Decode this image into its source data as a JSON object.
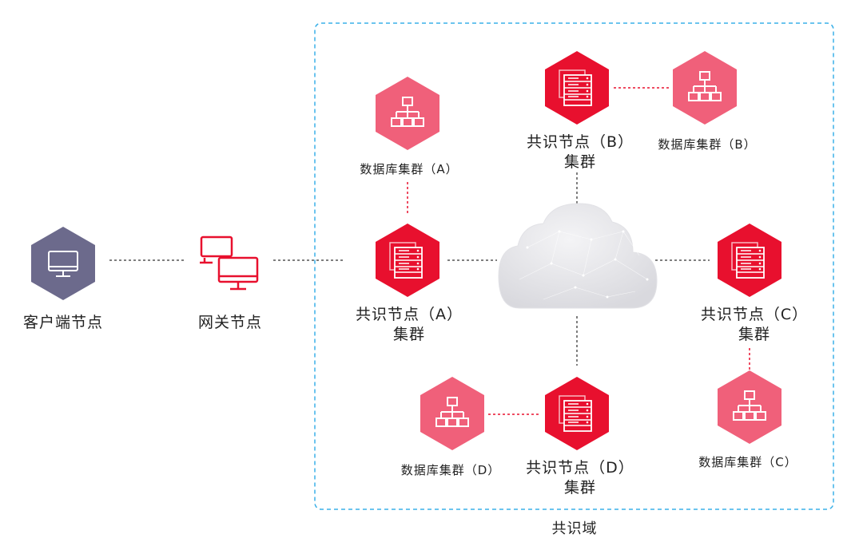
{
  "client": {
    "label": "客户端节点"
  },
  "gateway": {
    "label": "网关节点"
  },
  "consensus_domain": {
    "label": "共识域"
  },
  "consensus_a": {
    "line1": "共识节点（A）",
    "line2": "集群"
  },
  "consensus_b": {
    "line1": "共识节点（B）",
    "line2": "集群"
  },
  "consensus_c": {
    "line1": "共识节点（C）",
    "line2": "集群"
  },
  "consensus_d": {
    "line1": "共识节点（D）",
    "line2": "集群"
  },
  "db_a": {
    "label": "数据库集群（A）"
  },
  "db_b": {
    "label": "数据库集群（B）"
  },
  "db_c": {
    "label": "数据库集群（C）"
  },
  "db_d": {
    "label": "数据库集群（D）"
  },
  "colors": {
    "consensus": "#e8102e",
    "database": "#f0607a",
    "client": "#6c6a8c",
    "domain_border": "#3ab0e8"
  },
  "icons": {
    "client": "monitor-icon",
    "gateway": "dual-monitor-icon",
    "consensus": "server-rack-icon",
    "database": "hierarchy-icon",
    "network": "cloud-icon"
  }
}
